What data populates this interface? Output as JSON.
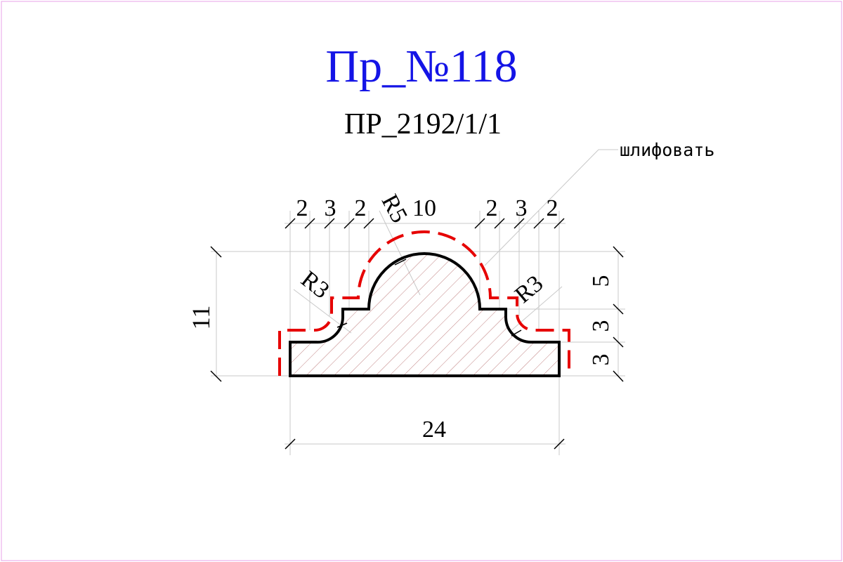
{
  "title": "Пр_№118",
  "subtitle": "ПР_2192/1/1",
  "note": "шлифовать",
  "dimensions": {
    "top_left": [
      "2",
      "3",
      "2"
    ],
    "top_center": "10",
    "top_right": [
      "2",
      "3",
      "2"
    ],
    "radius_top": "R5",
    "radius_left": "R3",
    "radius_right": "R3",
    "overall_height": "11",
    "right_heights": [
      "5",
      "3",
      "3"
    ],
    "overall_width": "24"
  },
  "colors": {
    "title": "#1414e6",
    "outline": "#000000",
    "hatch": "#c08080",
    "grind_path": "#e60000",
    "extension": "#c8c8c8",
    "frame": "#e8a0e8"
  }
}
